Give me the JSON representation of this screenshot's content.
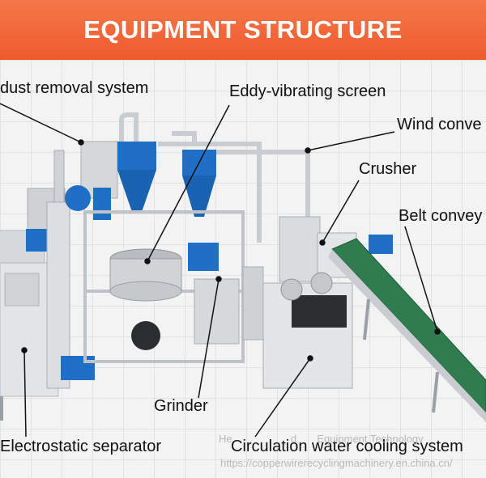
{
  "banner": {
    "title": "EQUIPMENT STRUCTURE",
    "color": "#f06a3b"
  },
  "labels": {
    "dust_removal": "dust removal system",
    "eddy_screen": "Eddy-vibrating screen",
    "wind_conveyor": "Wind conve",
    "crusher": "Crusher",
    "belt_conveyor": "Belt convey",
    "grinder": "Grinder",
    "electrostatic": "Electrostatic separator",
    "cooling": "Circulation water cooling system"
  },
  "watermark": {
    "line1": "He                    d       Equipment Technology",
    "line2": "https://copperwirerecyclingmachinery.en.china.cn/"
  },
  "colors": {
    "blue": "#1f6fc7",
    "steel": "#d4d7da",
    "belt": "#2f7d4e"
  }
}
